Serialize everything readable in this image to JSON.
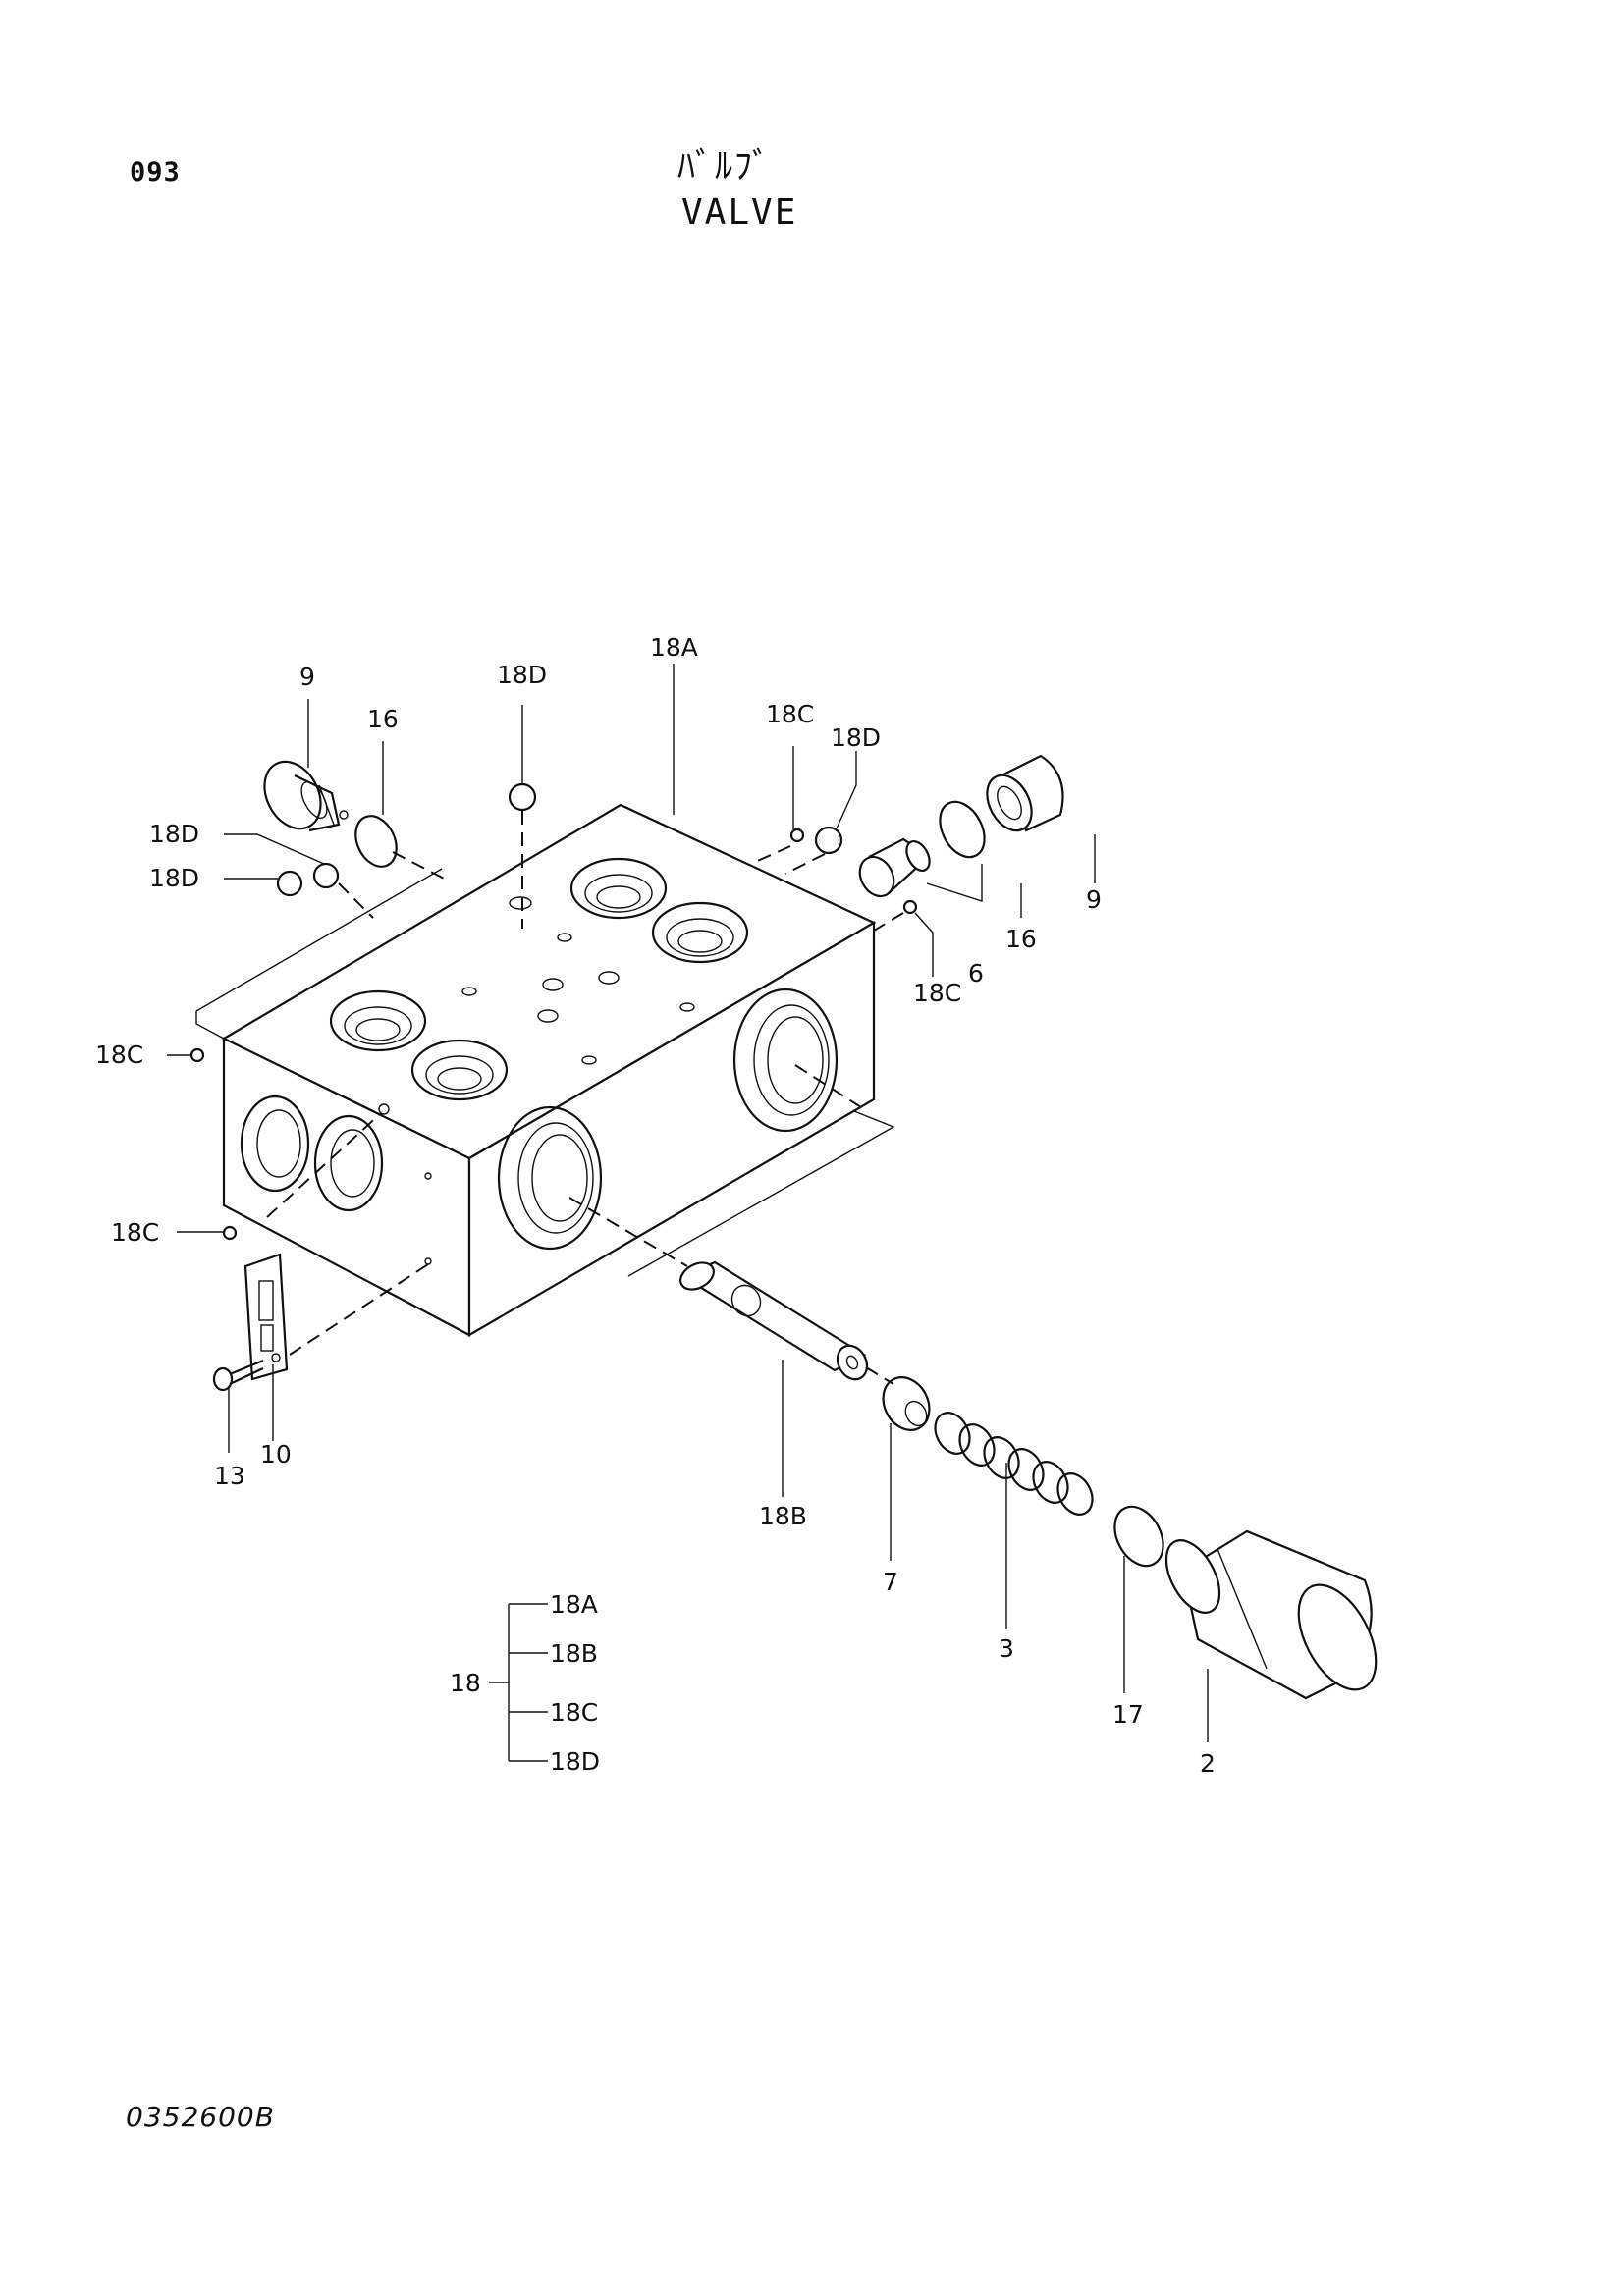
{
  "header": {
    "page_number": "093",
    "title_jp": "ﾊﾞﾙﾌﾞ",
    "title_en": "VALVE"
  },
  "footer": {
    "drawing_number": "0352600B"
  },
  "callouts": {
    "c9_left": "9",
    "c16_left": "16",
    "c18D_top": "18D",
    "c18A_top": "18A",
    "c18C_top": "18C",
    "c18D_upper_right": "18D",
    "c18D_left_a": "18D",
    "c18D_left_b": "18D",
    "c9_right": "9",
    "c16_right": "16",
    "c6": "6",
    "c18C_right": "18C",
    "c18C_left_a": "18C",
    "c18C_left_b": "18C",
    "c13": "13",
    "c10": "10",
    "c18B": "18B",
    "c7": "7",
    "c3": "3",
    "c17": "17",
    "c2": "2"
  },
  "legend": {
    "parent": "18",
    "children": [
      "18A",
      "18B",
      "18C",
      "18D"
    ]
  }
}
